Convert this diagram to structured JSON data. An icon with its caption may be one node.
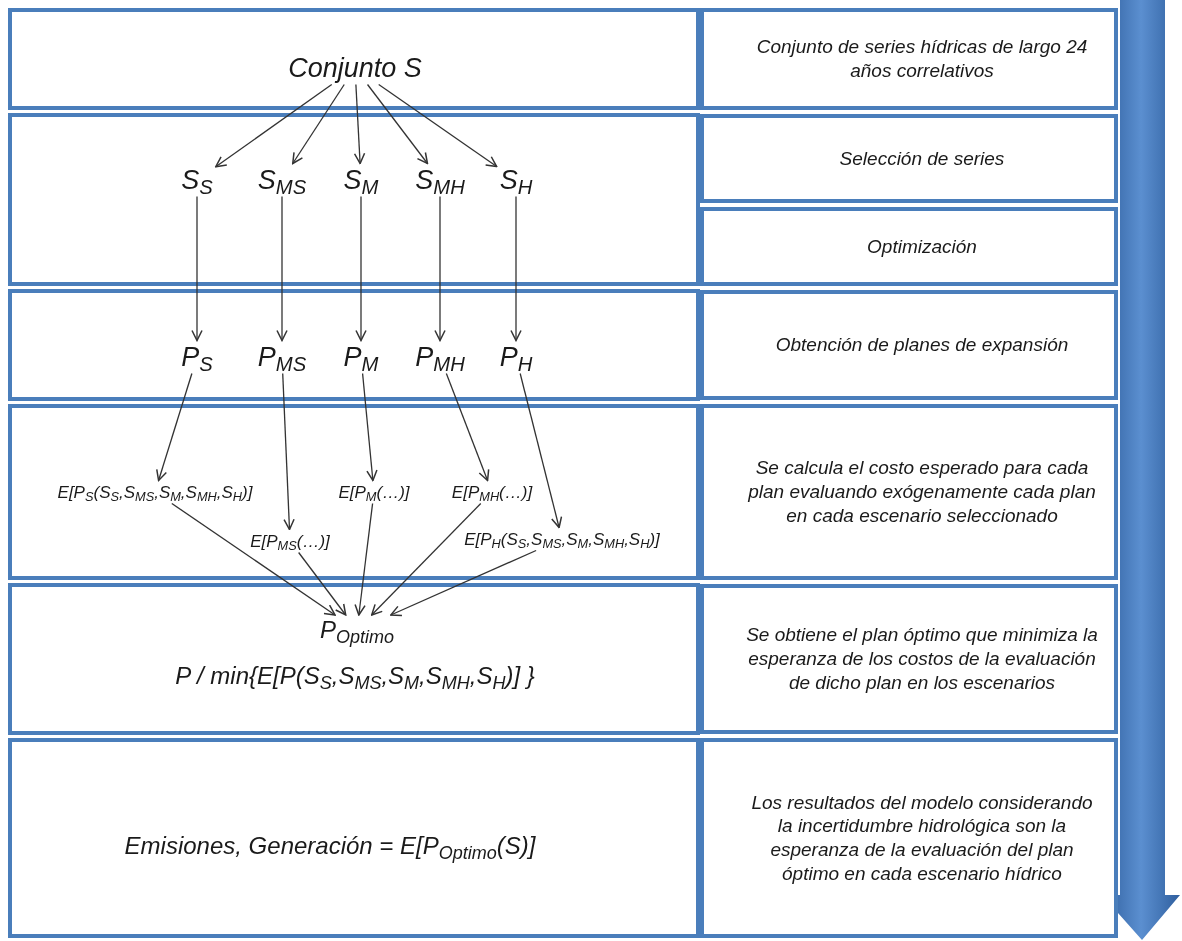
{
  "diagram": {
    "nodes": [
      {
        "text": [
          "Conjunto S"
        ]
      },
      {
        "text": [
          "S$_{S}$"
        ]
      },
      {
        "text": [
          "S$_{MS}$"
        ]
      },
      {
        "text": [
          "S$_{M}$"
        ]
      },
      {
        "text": [
          "S$_{MH}$"
        ]
      },
      {
        "text": [
          "S$_{H}$"
        ]
      },
      {
        "text": [
          "P$_{S}$"
        ]
      },
      {
        "text": [
          "P$_{MS}$"
        ]
      },
      {
        "text": [
          "P$_{M}$"
        ]
      },
      {
        "text": [
          "P$_{MH}$"
        ]
      },
      {
        "text": [
          "P$_{H}$"
        ]
      },
      {
        "text": [
          "E[P$_{S}$(S$_{S}$,S$_{MS}$,S$_{M}$,S$_{MH}$,S$_{H}$)]"
        ]
      },
      {
        "text": [
          "E[P$_{MS}$(…)]"
        ]
      },
      {
        "text": [
          "E[P$_{M}$(…)]"
        ]
      },
      {
        "text": [
          "E[P$_{MH}$(…)]"
        ]
      },
      {
        "text": [
          "E[P$_{H}$(S$_{S}$,S$_{MS}$,S$_{M}$,S$_{MH}$,S$_{H}$)]"
        ]
      },
      {
        "text": [
          "P$_{Optimo}$"
        ]
      },
      {
        "text": [
          "Conjunto  de series hídricas de largo 24 años correlativos"
        ]
      },
      {
        "text": [
          "Selección de series"
        ]
      },
      {
        "text": [
          "Optimización"
        ]
      },
      {
        "text": [
          "Obtención de planes de expansión"
        ]
      },
      {
        "text": [
          "Se calcula el costo esperado para cada plan evaluando exógenamente cada plan en cada escenario seleccionado"
        ]
      },
      {
        "text": [
          "Se obtiene el plan óptimo que minimiza la esperanza de los costos de la evaluación de dicho plan en los escenarios"
        ]
      },
      {
        "text": [
          "Los resultados del modelo considerando la incertidumbre hidrológica son la esperanza de la evaluación del plan óptimo en cada escenario hídrico"
        ]
      }
    ],
    "edges": [
      {
        "from": 0,
        "to": 1,
        "arrow": "to"
      },
      {
        "from": 0,
        "to": 2,
        "arrow": "to"
      },
      {
        "from": 0,
        "to": 3,
        "arrow": "to"
      },
      {
        "from": 0,
        "to": 4,
        "arrow": "to"
      },
      {
        "from": 0,
        "to": 5,
        "arrow": "to"
      },
      {
        "from": 1,
        "to": 6,
        "arrow": "to"
      },
      {
        "from": 2,
        "to": 7,
        "arrow": "to"
      },
      {
        "from": 3,
        "to": 8,
        "arrow": "to"
      },
      {
        "from": 4,
        "to": 9,
        "arrow": "to"
      },
      {
        "from": 5,
        "to": 10,
        "arrow": "to"
      },
      {
        "from": 6,
        "to": 11,
        "arrow": "to"
      },
      {
        "from": 7,
        "to": 12,
        "arrow": "to"
      },
      {
        "from": 8,
        "to": 13,
        "arrow": "to"
      },
      {
        "from": 9,
        "to": 14,
        "arrow": "to"
      },
      {
        "from": 10,
        "to": 15,
        "arrow": "to"
      },
      {
        "from": 11,
        "to": 16,
        "arrow": "to"
      },
      {
        "from": 12,
        "to": 16,
        "arrow": "to"
      },
      {
        "from": 13,
        "to": 16,
        "arrow": "to"
      },
      {
        "from": 14,
        "to": 16,
        "arrow": "to"
      },
      {
        "from": 15,
        "to": 16,
        "arrow": "to"
      }
    ],
    "labels": [
      "P / min{E[P(S$_{S}$,S$_{MS}$,S$_{M}$,S$_{MH}$,S$_{H}$)] }",
      "Emisiones, Generación = E[P$_{Optimo}$(S)]"
    ]
  }
}
